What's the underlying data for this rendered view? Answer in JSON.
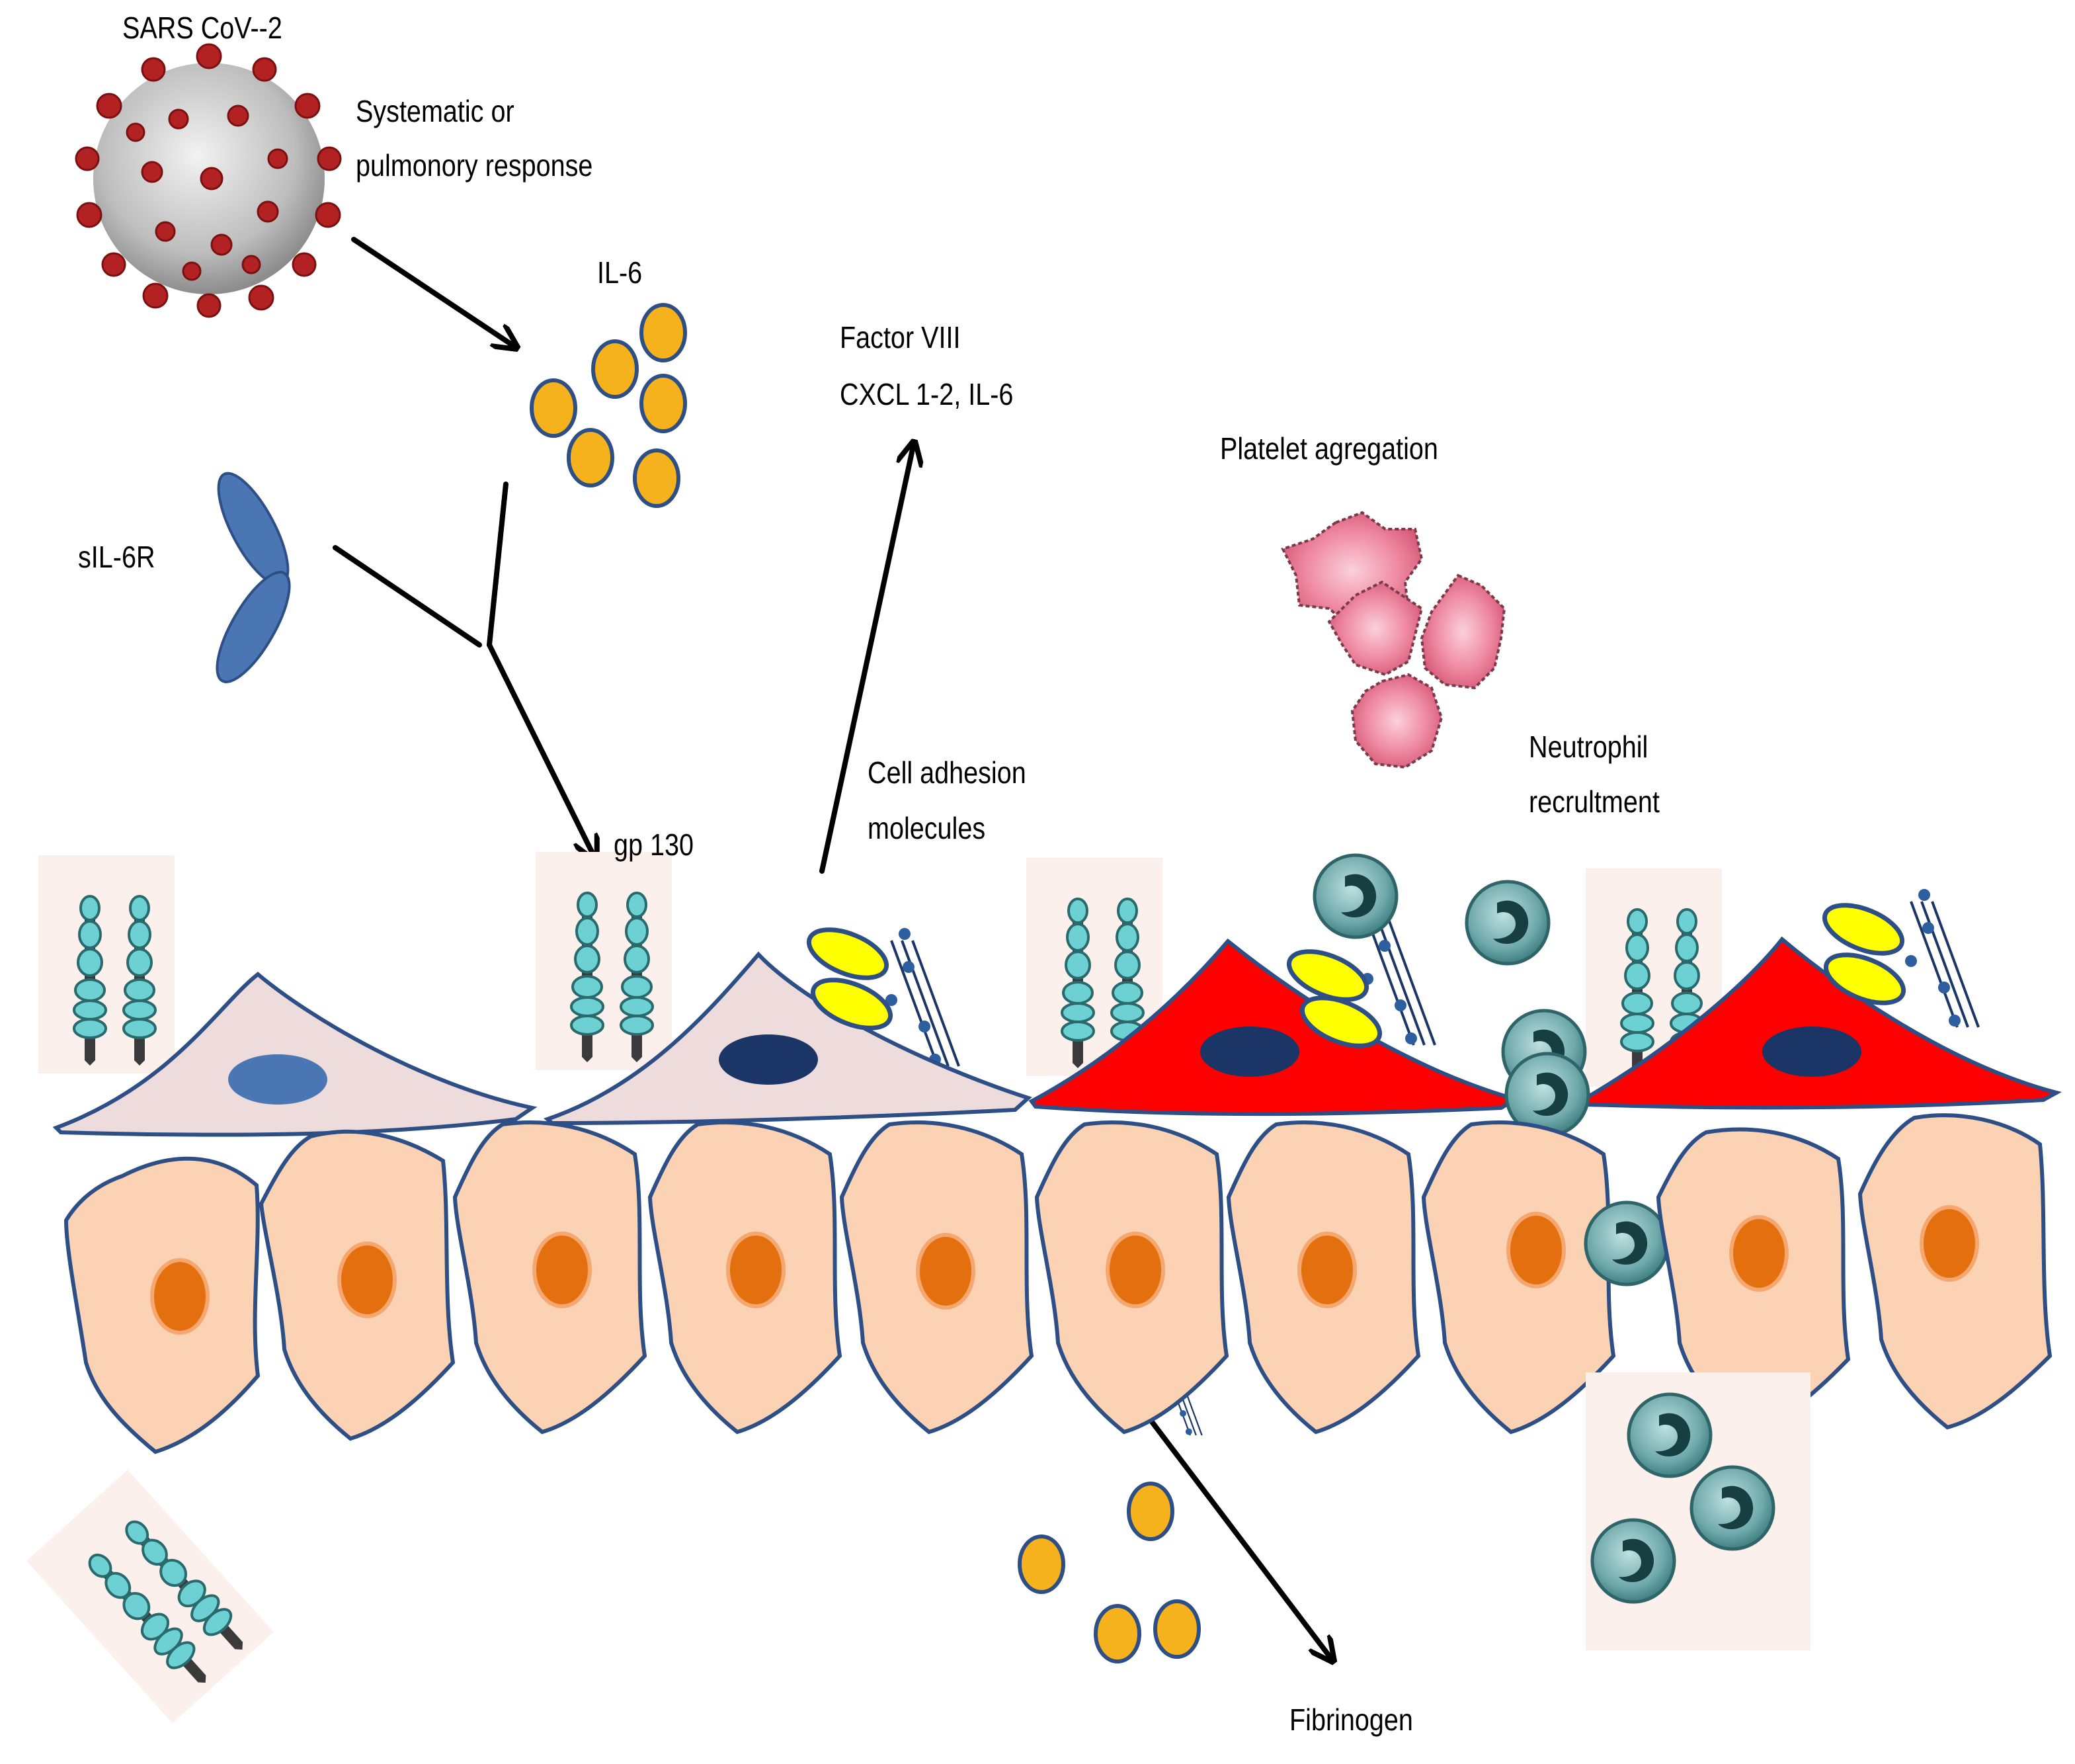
{
  "labels": {
    "virus": "SARS CoV--2",
    "response_line1": "Systematic or",
    "response_line2": "pulmonory  response",
    "il6": "IL-6",
    "sil6r": "sIL-6R",
    "gp130": "gp 130",
    "factor_line1": "Factor VIII",
    "factor_line2": "CXCL 1-2, IL-6",
    "platelet": "Platelet agregation",
    "adhesion_line1": "Cell adhesion",
    "adhesion_line2": "molecules",
    "neutrophil_line1": "Neutrophil",
    "neutrophil_line2": "recrultment",
    "fibrinogen": "Fibrinogen"
  },
  "colors": {
    "il6_particle": "#f6b21c",
    "il6_outline": "#2d4f86",
    "receptor": "#4a77b4",
    "cell_outline": "#2d4f86",
    "epithelial_cell": "#fbd3b4",
    "epithelial_nucleus": "#e46f0f",
    "resting_endothelium": "#eedbdc",
    "activated_endothelium": "#ff0000",
    "endothelial_nucleus": "#1a3566",
    "adhesion_molecule": "#ffff00",
    "platelet": "#e9738f",
    "neutrophil": "#6fa9ab",
    "gp130": "#6dd0d2",
    "virus_spike": "#b22222"
  }
}
